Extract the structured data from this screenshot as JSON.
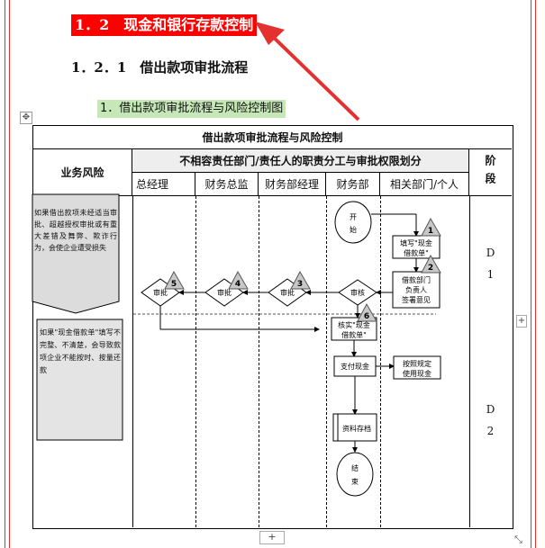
{
  "heading1": "1．2　现金和银行存款控制",
  "heading2": "1．2．1　借出款项审批流程",
  "heading3": "1．借出款项审批流程与风险控制图",
  "ui": {
    "anchor_glyph": "✥",
    "plus": "+",
    "resize_glyph": "⤡"
  },
  "table": {
    "title": "借出款项审批流程与风险控制",
    "risk_header": "业务风险",
    "duty_header": "不相容责任部门/责任人的职责分工与审批权限划分",
    "stage_header": "阶段",
    "columns": [
      "总经理",
      "财务总监",
      "财务部经理",
      "财务部",
      "相关部门/个人"
    ],
    "risks": [
      "如果借出款项未经适当审批、超越授权审批或有重大差错及舞弊、欺诈行为，会使企业遭受损失",
      "如果\"现金借款单\"填写不完整、不清楚，会导致款项企业不能按时、按量还款"
    ],
    "stages": [
      [
        "D",
        "1"
      ],
      [
        "D",
        "2"
      ]
    ]
  },
  "flow": {
    "start": [
      "开",
      "始"
    ],
    "fill_form": [
      "填写\"现金",
      "借款单\""
    ],
    "dept_sign": [
      "借款部门",
      "负责人",
      "签署意见"
    ],
    "review": "审核",
    "approvals": [
      "审批",
      "审批",
      "审批"
    ],
    "verify": [
      "核实\"现金",
      "借款单\""
    ],
    "pay": "支付现金",
    "use": [
      "按照规定",
      "使用现金"
    ],
    "archive": "资料存档",
    "end": [
      "结",
      "束"
    ],
    "step_numbers": [
      "1",
      "2",
      "3",
      "4",
      "5",
      "6"
    ]
  }
}
